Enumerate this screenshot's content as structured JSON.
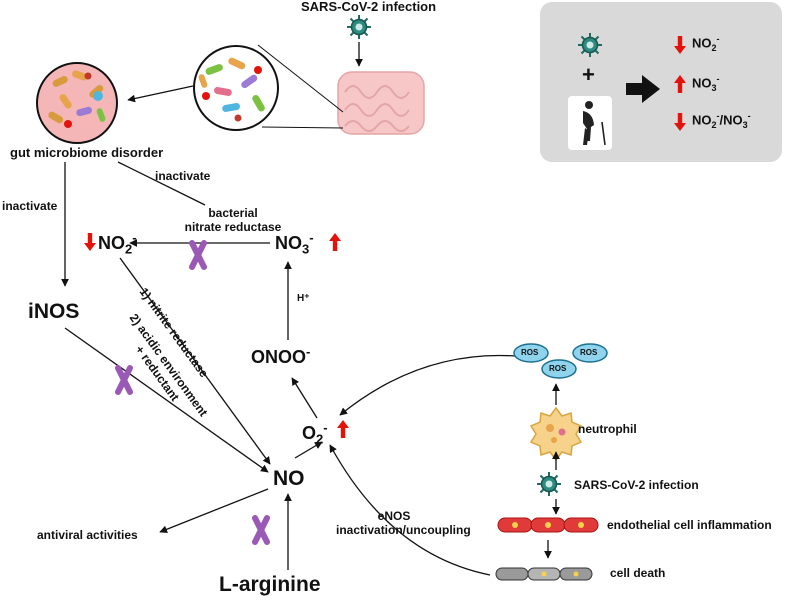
{
  "top_infection": "SARS-CoV-2 infection",
  "gut_disorder": "gut microbiome disorder",
  "inactivate_left": "inactivate",
  "inactivate_right": "inactivate",
  "bacterial_nr": [
    "bacterial",
    "nitrate reductase"
  ],
  "no2": {
    "base": "NO",
    "sub": "2",
    "sup": "-"
  },
  "no3": {
    "base": "NO",
    "sub": "3",
    "sup": "-"
  },
  "h_plus": "H⁺",
  "onoo": {
    "base": "ONOO",
    "sup": "-"
  },
  "inos": "iNOS",
  "path1": "1) nitrite reductase",
  "path2": [
    "2) acidic environment",
    "+ reductant"
  ],
  "no": "NO",
  "o2": {
    "base": "O",
    "sub": "2",
    "sup": "-"
  },
  "antiviral": "antiviral activities",
  "enos": [
    "eNOS",
    "inactivation/uncoupling"
  ],
  "larginine": "L-arginine",
  "ros": [
    "ROS",
    "ROS",
    "ROS"
  ],
  "neutrophil": "neutrophil",
  "right_infection": "SARS-CoV-2 infection",
  "endothelial": "endothelial cell inflammation",
  "cell_death": "cell death",
  "legend": {
    "plus": "+",
    "no2": {
      "base": "NO",
      "sub": "2",
      "sup": "-"
    },
    "no3": {
      "base": "NO",
      "sub": "3",
      "sup": "-"
    },
    "ratio": {
      "a_base": "NO",
      "a_sub": "2",
      "a_sup": "-",
      "slash": "/",
      "b_base": "NO",
      "b_sub": "3",
      "b_sup": "-"
    }
  },
  "colors": {
    "red_arrow": "#e3120b",
    "purple_x": "#9b59b6",
    "ros_fill": "#8fd3ec",
    "legend_bg": "#d9d9d9"
  }
}
